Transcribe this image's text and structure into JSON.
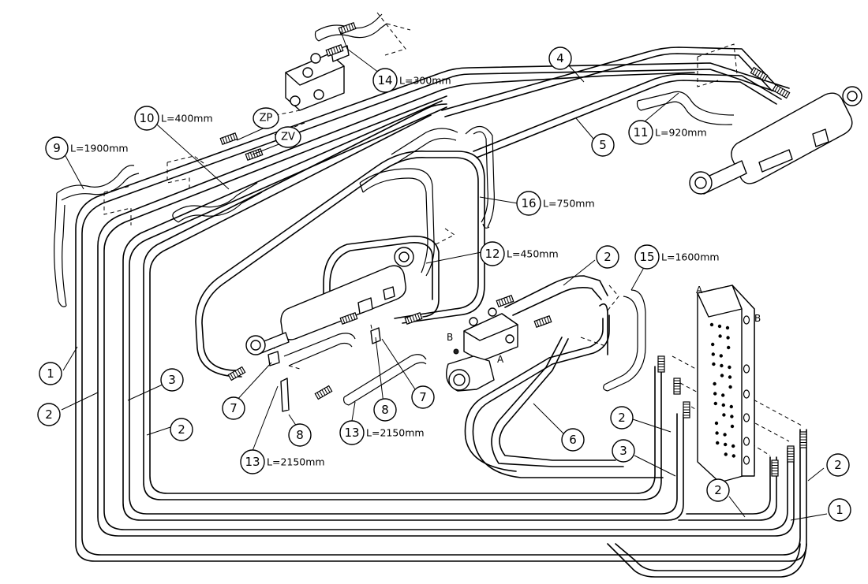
{
  "callouts": [
    {
      "id": "c1a",
      "label": "1"
    },
    {
      "id": "c2a",
      "label": "2"
    },
    {
      "id": "c3a",
      "label": "3"
    },
    {
      "id": "c2b",
      "label": "2"
    },
    {
      "id": "c4",
      "label": "4"
    },
    {
      "id": "c5",
      "label": "5"
    },
    {
      "id": "c6",
      "label": "6"
    },
    {
      "id": "c7a",
      "label": "7"
    },
    {
      "id": "c7b",
      "label": "7"
    },
    {
      "id": "c8a",
      "label": "8"
    },
    {
      "id": "c8b",
      "label": "8"
    },
    {
      "id": "c9",
      "label": "9",
      "length": "L=1900mm"
    },
    {
      "id": "c10",
      "label": "10",
      "length": "L=400mm"
    },
    {
      "id": "c11",
      "label": "11",
      "length": "L=920mm"
    },
    {
      "id": "c12",
      "label": "12",
      "length": "L=450mm"
    },
    {
      "id": "c13a",
      "label": "13",
      "length": "L=2150mm"
    },
    {
      "id": "c13b",
      "label": "13",
      "length": "L=2150mm"
    },
    {
      "id": "c14",
      "label": "14",
      "length": "L=300mm"
    },
    {
      "id": "c15",
      "label": "15",
      "length": "L=1600mm"
    },
    {
      "id": "c16",
      "label": "16",
      "length": "L=750mm"
    },
    {
      "id": "c2c",
      "label": "2"
    },
    {
      "id": "c2d",
      "label": "2"
    },
    {
      "id": "c3b",
      "label": "3"
    },
    {
      "id": "c2e",
      "label": "2"
    },
    {
      "id": "c2f",
      "label": "2"
    },
    {
      "id": "c1b",
      "label": "1"
    }
  ],
  "port_labels": {
    "zp": "ZP",
    "zv": "ZV"
  },
  "letters": {
    "manifold_a": "A",
    "manifold_b": "B",
    "valve_a": "A",
    "valve_b": "B"
  }
}
